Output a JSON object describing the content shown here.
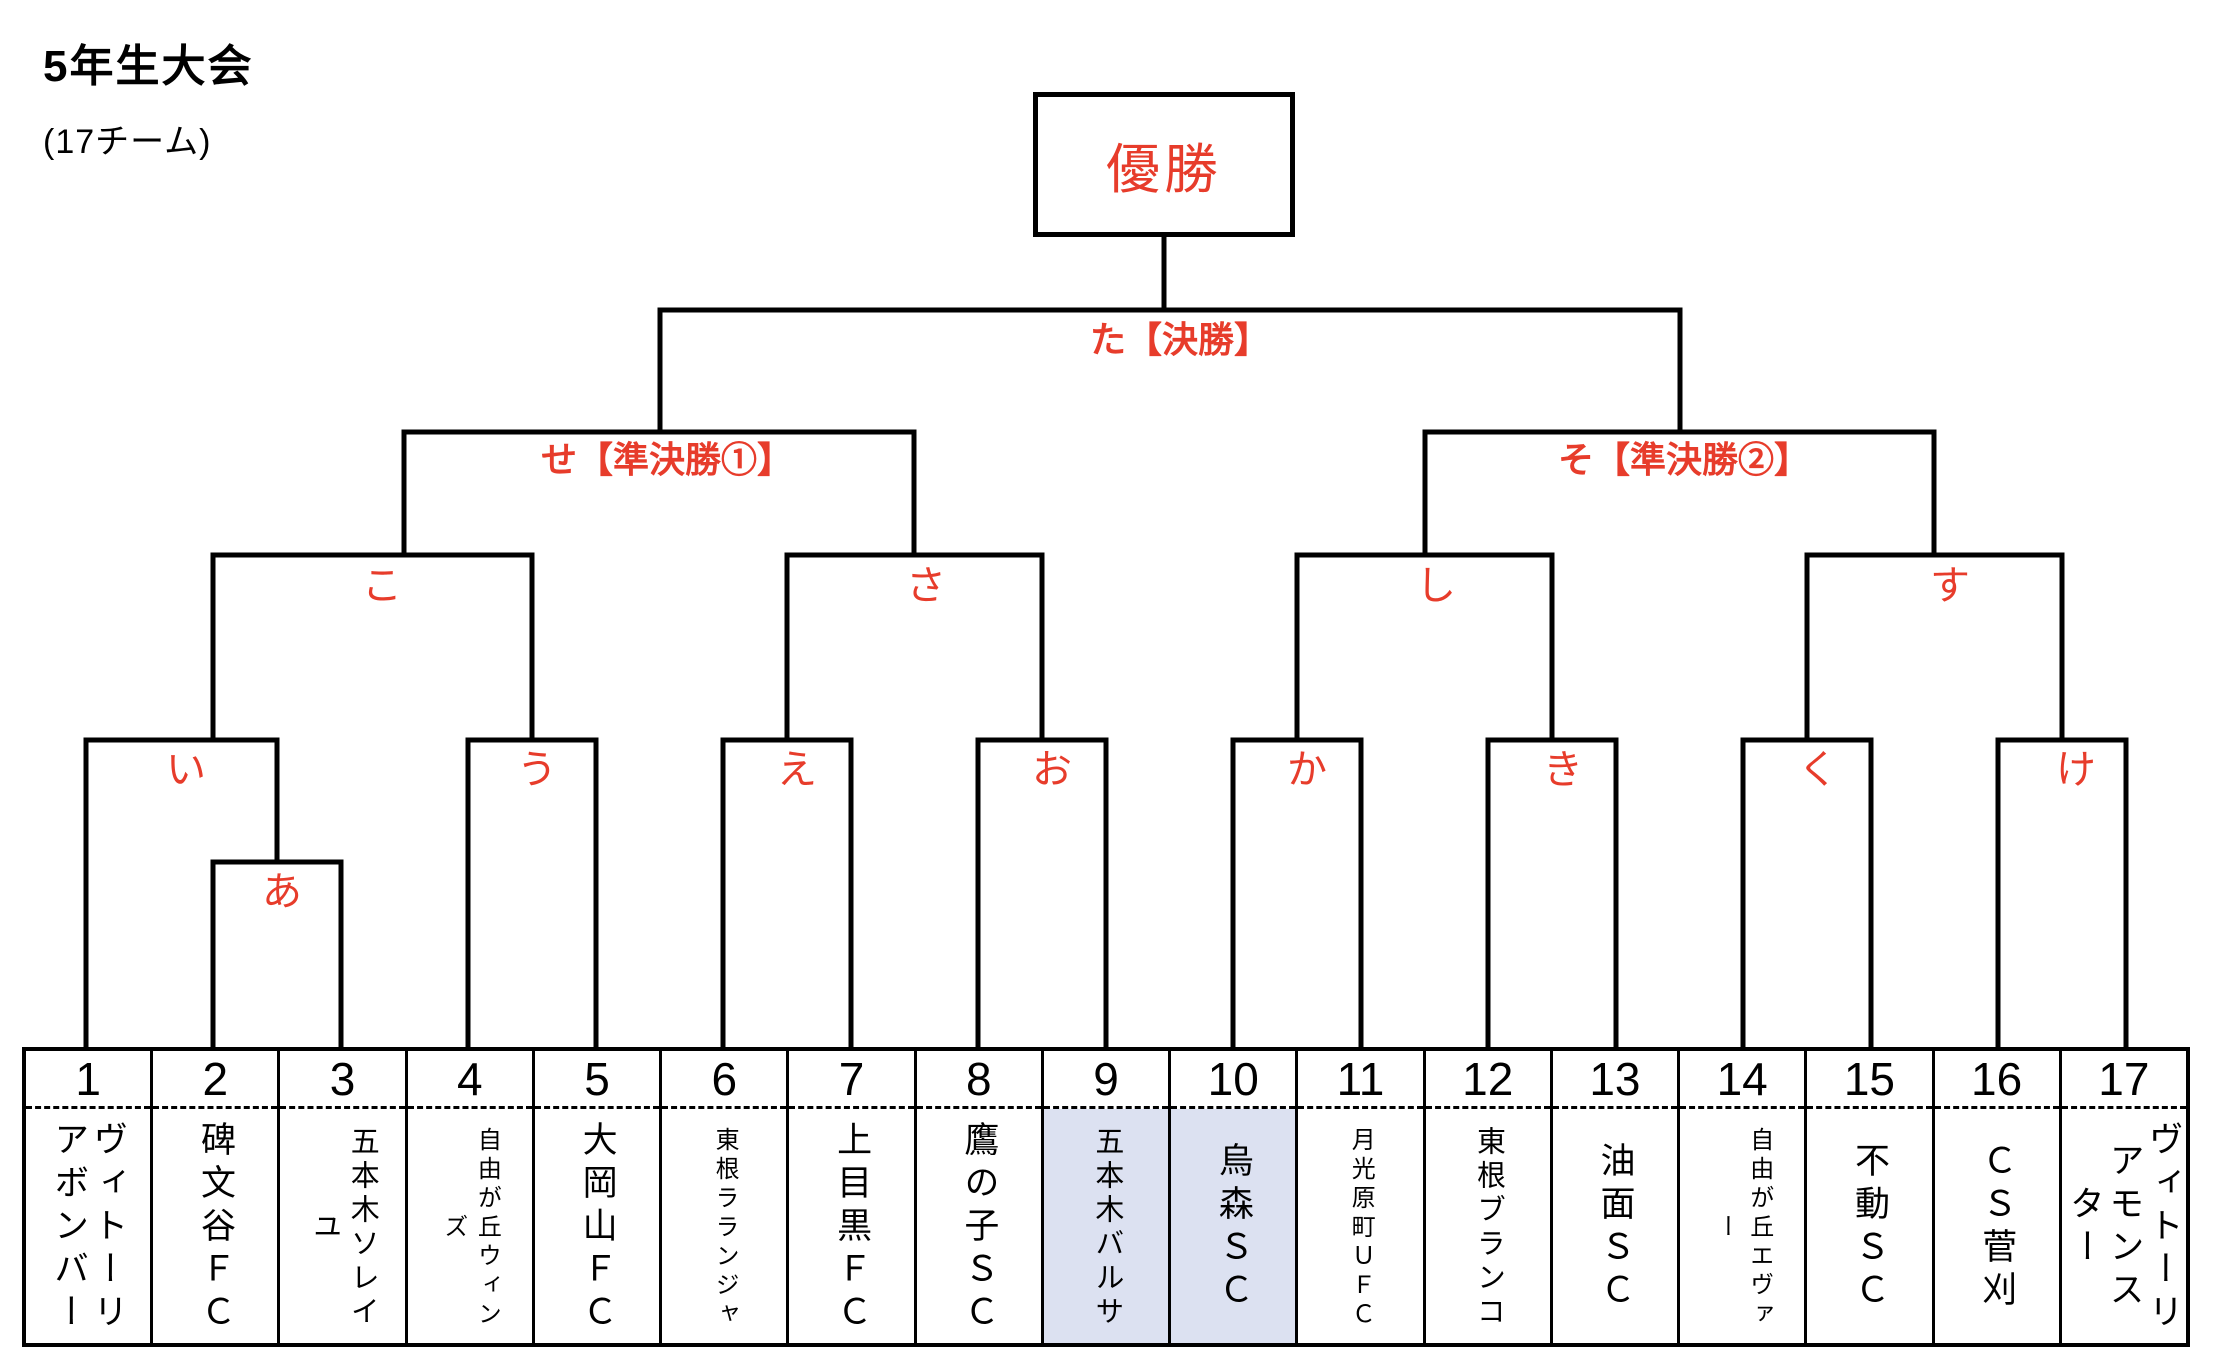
{
  "page": {
    "title": "5年生大会",
    "subtitle": "(17チーム)"
  },
  "champion": {
    "label": "優勝"
  },
  "bracket": {
    "round_labels": {
      "final": "た【決勝】",
      "semi_left": "せ【準決勝①】",
      "semi_right": "そ【準決勝②】"
    },
    "match_labels": {
      "a": "あ",
      "i": "い",
      "u": "う",
      "e": "え",
      "o": "お",
      "ka": "か",
      "ki": "き",
      "ku": "く",
      "ke": "け",
      "ko": "こ",
      "sa": "さ",
      "shi": "し",
      "su": "す"
    },
    "colors": {
      "label_red": "#e73c2b",
      "line_black": "#000000",
      "highlight": "#dce1f1"
    }
  },
  "table": {
    "teams": [
      {
        "number": "1",
        "name": "ヴィトーリ\nアボンバー",
        "size": "lg",
        "highlight": false
      },
      {
        "number": "2",
        "name": "碑文谷ＦＣ",
        "size": "lg",
        "highlight": false
      },
      {
        "number": "3",
        "name": "五本木ソレイユ",
        "size": "md",
        "highlight": false
      },
      {
        "number": "4",
        "name": "自由が丘ウィンズ",
        "size": "sm",
        "highlight": false
      },
      {
        "number": "5",
        "name": "大岡山ＦＣ",
        "size": "lg",
        "highlight": false
      },
      {
        "number": "6",
        "name": "東根ラランジャ",
        "size": "sm",
        "highlight": false
      },
      {
        "number": "7",
        "name": "上目黒ＦＣ",
        "size": "lg",
        "highlight": false
      },
      {
        "number": "8",
        "name": "鷹の子ＳＣ",
        "size": "lg",
        "highlight": false
      },
      {
        "number": "9",
        "name": "五本木バルサ",
        "size": "md",
        "highlight": true
      },
      {
        "number": "10",
        "name": "烏森ＳＣ",
        "size": "lg",
        "highlight": true
      },
      {
        "number": "11",
        "name": "月光原町ＵＦＣ",
        "size": "sm",
        "highlight": false
      },
      {
        "number": "12",
        "name": "東根ブランコ",
        "size": "md",
        "highlight": false
      },
      {
        "number": "13",
        "name": "油面ＳＣ",
        "size": "lg",
        "highlight": false
      },
      {
        "number": "14",
        "name": "自由が丘エヴァー",
        "size": "sm",
        "highlight": false
      },
      {
        "number": "15",
        "name": "不動ＳＣ",
        "size": "lg",
        "highlight": false
      },
      {
        "number": "16",
        "name": "ＣＳ菅刈",
        "size": "lg",
        "highlight": false
      },
      {
        "number": "17",
        "name": "ヴィトーリ\nアモンス\nター",
        "size": "lg",
        "highlight": false
      }
    ]
  }
}
